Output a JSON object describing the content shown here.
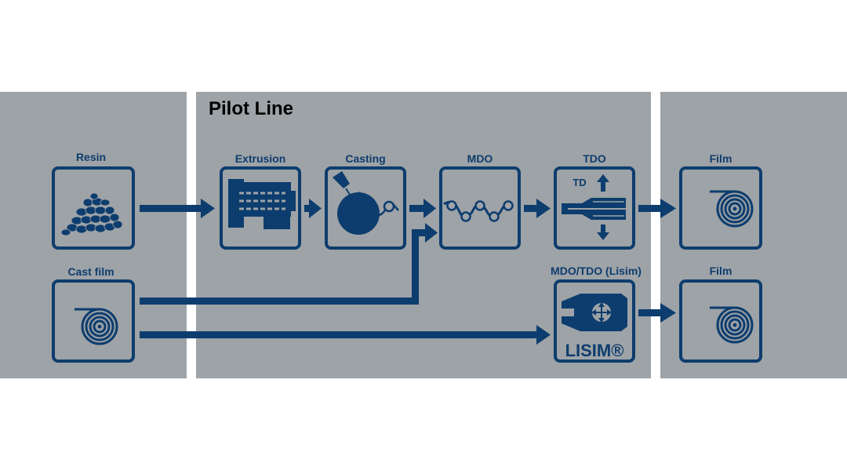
{
  "title": "Pilot Line",
  "stages": {
    "resin": "Resin",
    "cast_film": "Cast film",
    "extrusion": "Extrusion",
    "casting": "Casting",
    "mdo": "MDO",
    "tdo": "TDO",
    "mdo_tdo": "MDO/TDO (Lisim)",
    "film_top": "Film",
    "film_bottom": "Film"
  },
  "icon_text": {
    "td": "TD",
    "lisim": "LISIM®"
  },
  "colors": {
    "panel": "#9ea3a7",
    "flow": "#0d3d6e",
    "background": "#ffffff"
  }
}
